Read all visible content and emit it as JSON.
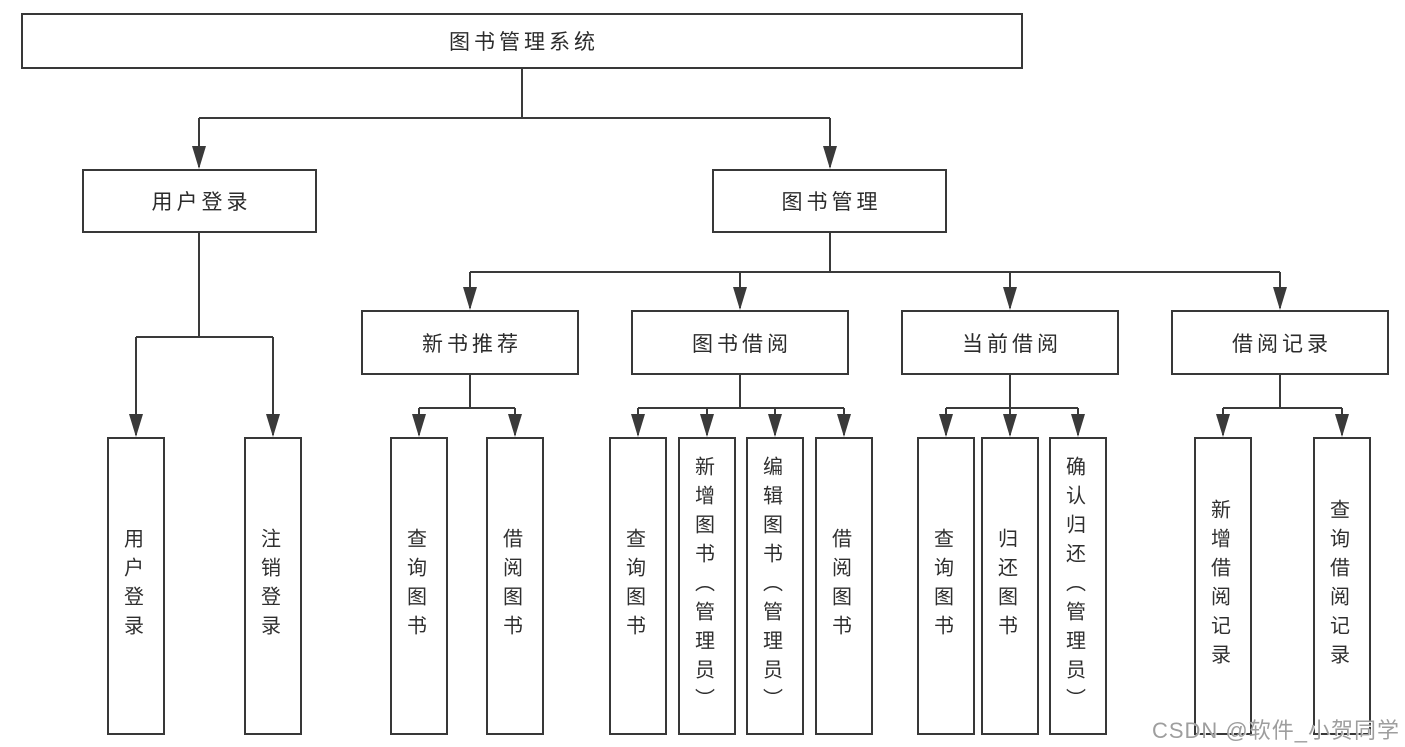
{
  "diagram": {
    "root": {
      "label": "图书管理系统"
    },
    "level2": [
      {
        "label": "用户登录",
        "children": [
          {
            "label": "用户登录"
          },
          {
            "label": "注销登录"
          }
        ]
      },
      {
        "label": "图书管理",
        "children": [
          {
            "label": "新书推荐",
            "children": [
              {
                "label": "查询图书"
              },
              {
                "label": "借阅图书"
              }
            ]
          },
          {
            "label": "图书借阅",
            "children": [
              {
                "label": "查询图书"
              },
              {
                "label": "新增图书（管理员）"
              },
              {
                "label": "编辑图书（管理员）"
              },
              {
                "label": "借阅图书"
              }
            ]
          },
          {
            "label": "当前借阅",
            "children": [
              {
                "label": "查询图书"
              },
              {
                "label": "归还图书"
              },
              {
                "label": "确认归还（管理员）"
              }
            ]
          },
          {
            "label": "借阅记录",
            "children": [
              {
                "label": "新增借阅记录"
              },
              {
                "label": "查询借阅记录"
              }
            ]
          }
        ]
      }
    ]
  },
  "watermark": {
    "text": "CSDN @软件_小贺同学"
  },
  "colors": {
    "line": "#3a3a3a",
    "box_border": "#383838",
    "text": "#2b2b2b",
    "watermark": "#9e9e9e",
    "background": "#ffffff"
  }
}
